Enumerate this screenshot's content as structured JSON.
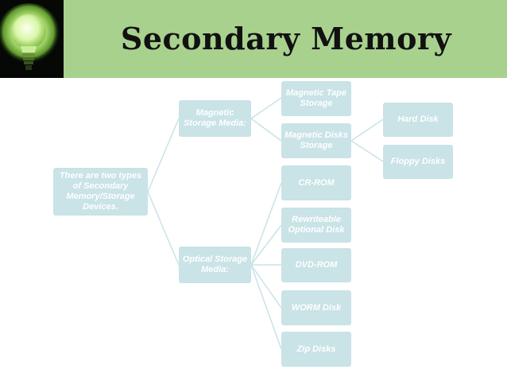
{
  "slide": {
    "title": "Secondary Memory"
  },
  "colors": {
    "header_bg": "#a9d18e",
    "node_bg": "#c9e3e6",
    "node_text": "#ffffff",
    "connector": "#c9e3e6"
  },
  "diagram": {
    "root": "There are two types of Secondary Memory/Storage Devices.",
    "magnetic": "Magnetic Storage Media:",
    "optical": "Optical Storage Media:",
    "magnetic_tape": "Magnetic Tape Storage",
    "magnetic_disks": "Magnetic Disks Storage",
    "hard_disk": "Hard Disk",
    "floppy_disks": "Floppy Disks",
    "cr_rom": "CR-ROM",
    "rewriteable": "Rewriteable Optional Disk",
    "dvd_rom": "DVD-ROM",
    "worm_disk": "WORM Disk",
    "zip_disks": "Zip Disks"
  }
}
